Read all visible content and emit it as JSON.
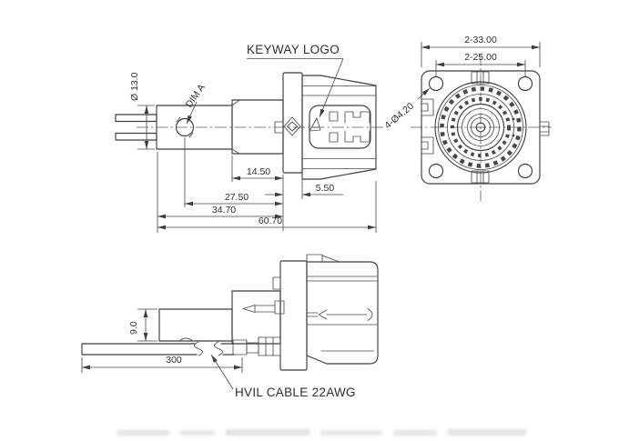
{
  "side_view": {
    "dim_diameter": "Ø 13.0",
    "dim_a_label": "DIM A",
    "keyway_label": "KEYWAY LOGO",
    "dim_14_50": "14.50",
    "dim_5_50": "5.50",
    "dim_27_50": "27.50",
    "dim_34_70": "34.70",
    "dim_60_70": "60.70"
  },
  "front_view": {
    "dim_width": "2-33.00",
    "dim_hole_spacing": "2-25.00",
    "dim_holes": "4-Ø4.20"
  },
  "bottom_view": {
    "dim_9_0": "9.0",
    "dim_300": "300",
    "cable_label": "HVIL CABLE 22AWG"
  }
}
